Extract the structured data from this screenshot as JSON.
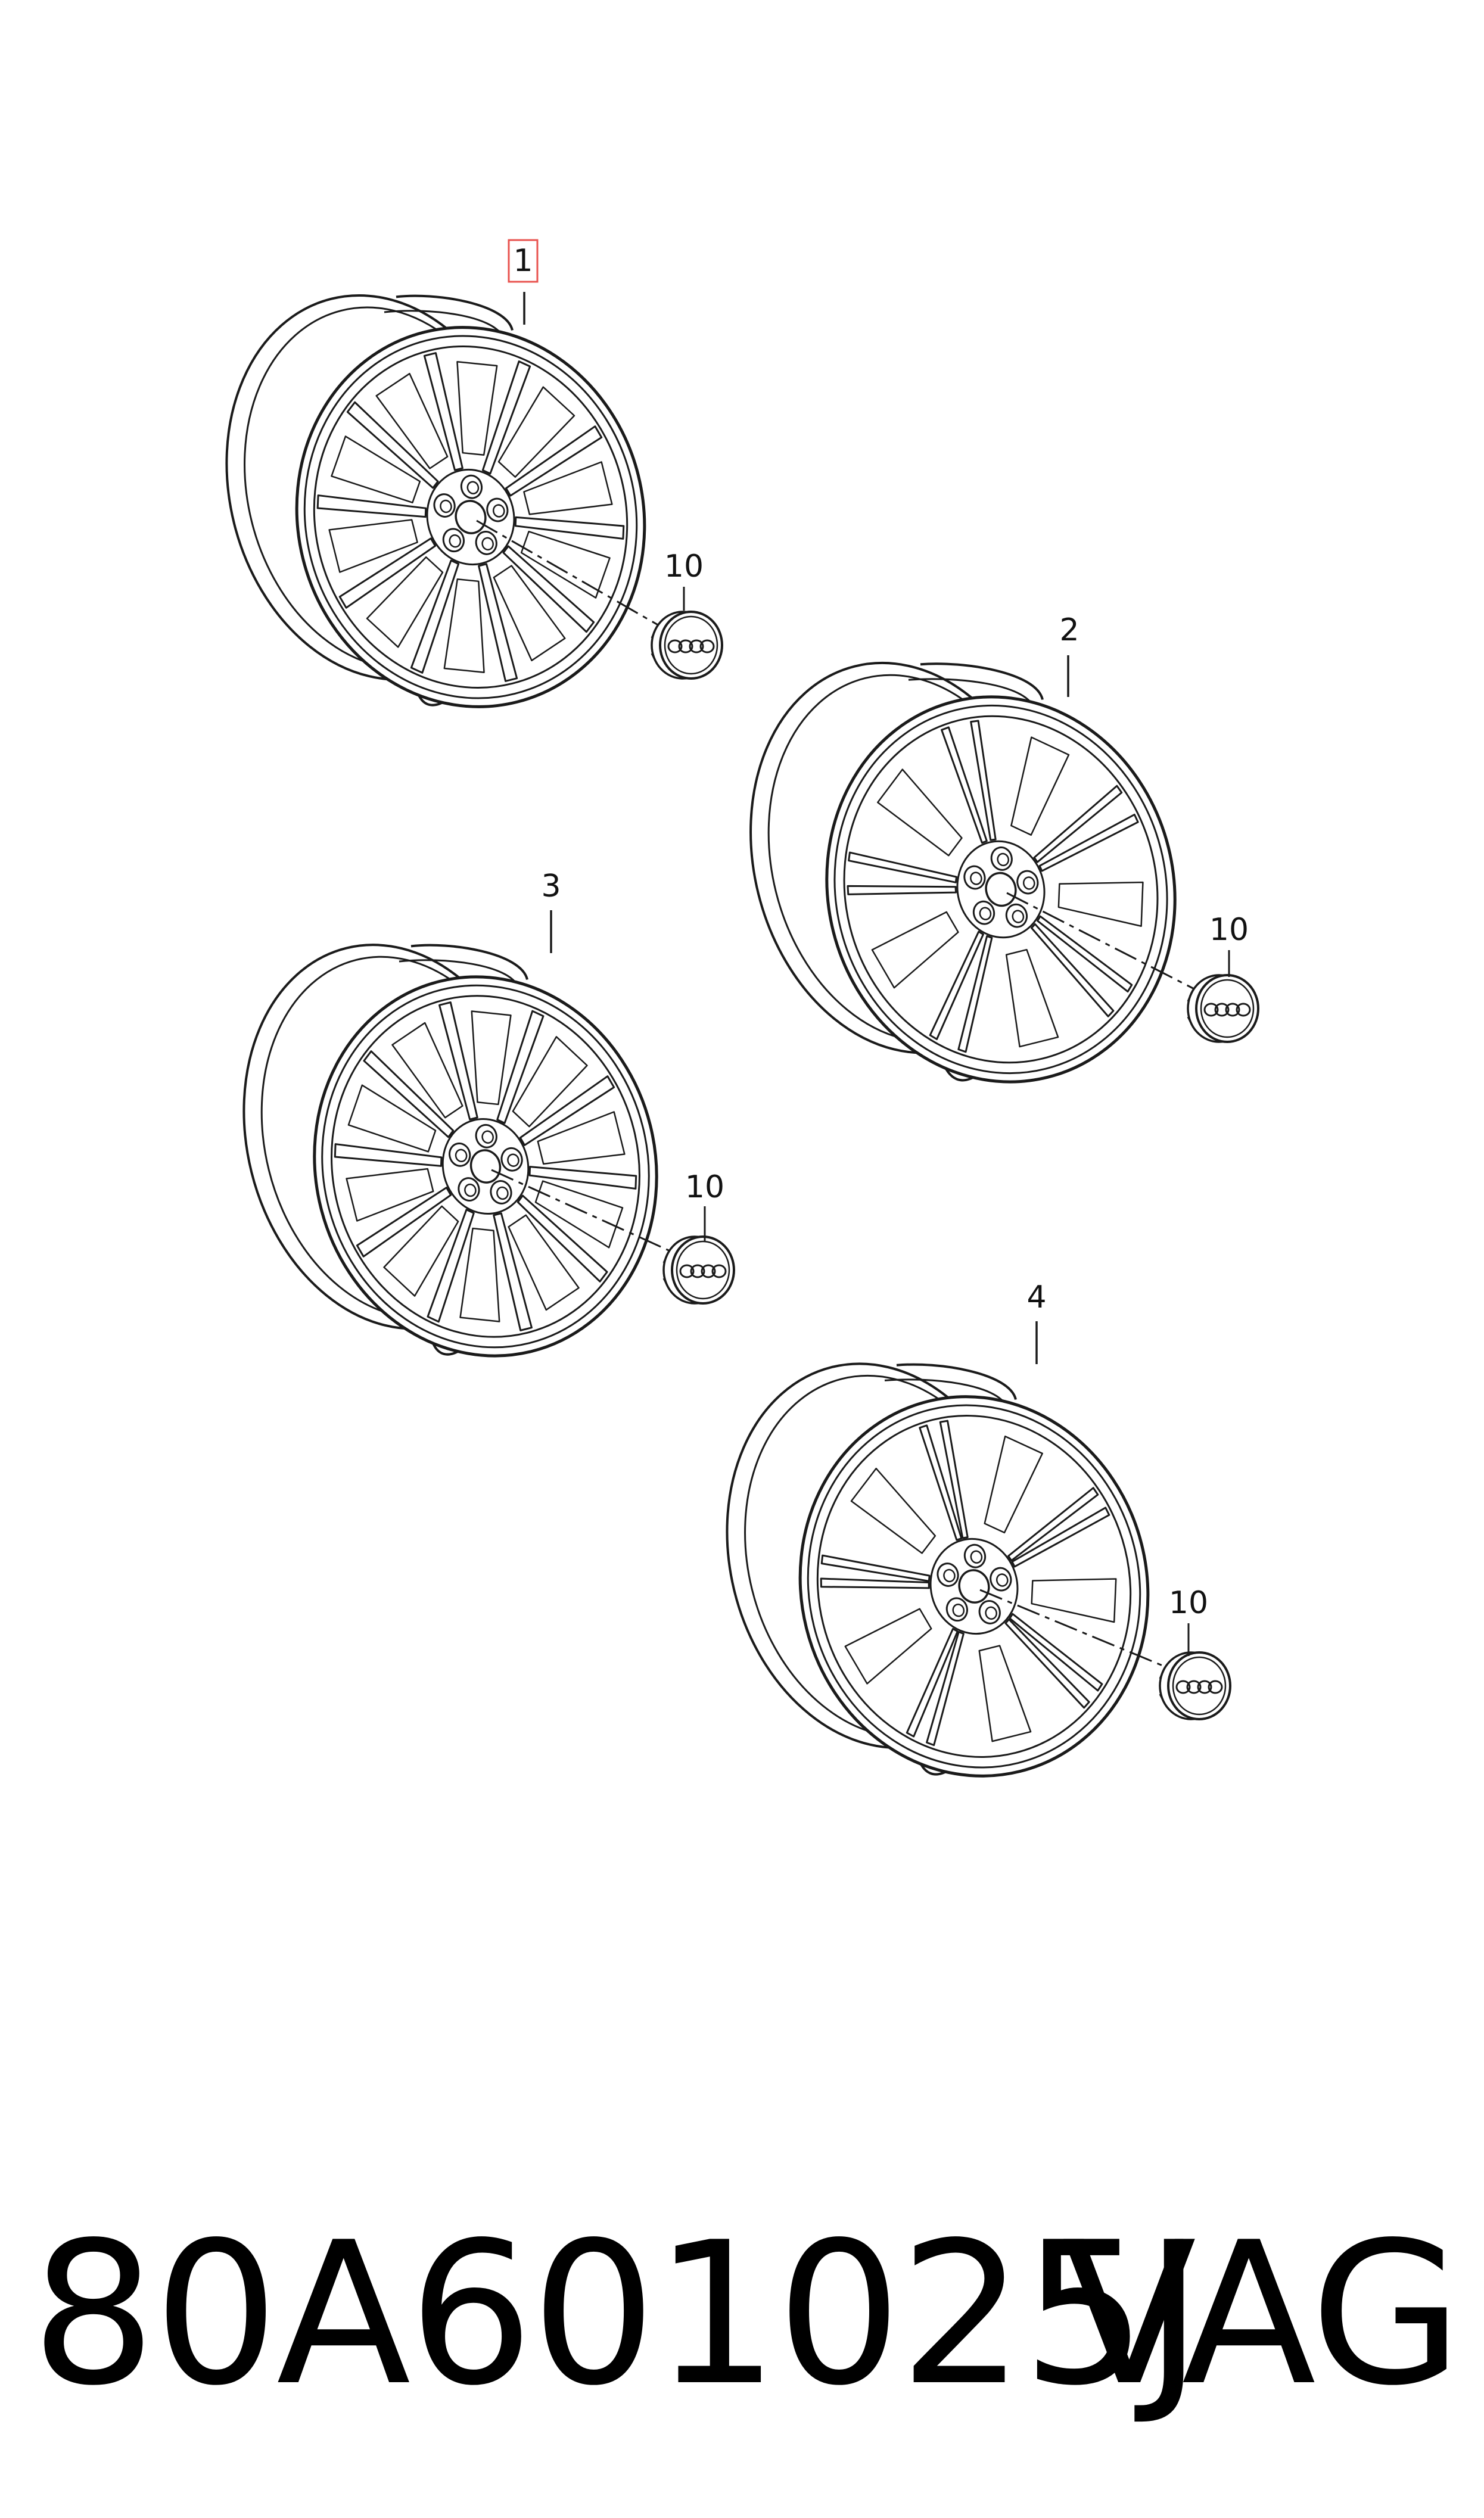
{
  "diagram": {
    "wheels": [
      {
        "callout": "1",
        "highlighted": true,
        "cap_callout": "10",
        "spoke_style": "double-10",
        "cap_icon": "four-rings-logo-icon"
      },
      {
        "callout": "2",
        "highlighted": false,
        "cap_callout": "10",
        "spoke_style": "split-5",
        "cap_icon": "four-rings-logo-icon"
      },
      {
        "callout": "3",
        "highlighted": false,
        "cap_callout": "10",
        "spoke_style": "double-10",
        "cap_icon": "four-rings-logo-icon"
      },
      {
        "callout": "4",
        "highlighted": false,
        "cap_callout": "10",
        "spoke_style": "twin-5",
        "cap_icon": "four-rings-logo-icon"
      }
    ],
    "highlight_color": "#e8534f"
  },
  "footer": {
    "part_number": "80A601025J",
    "brand": "VAG"
  }
}
